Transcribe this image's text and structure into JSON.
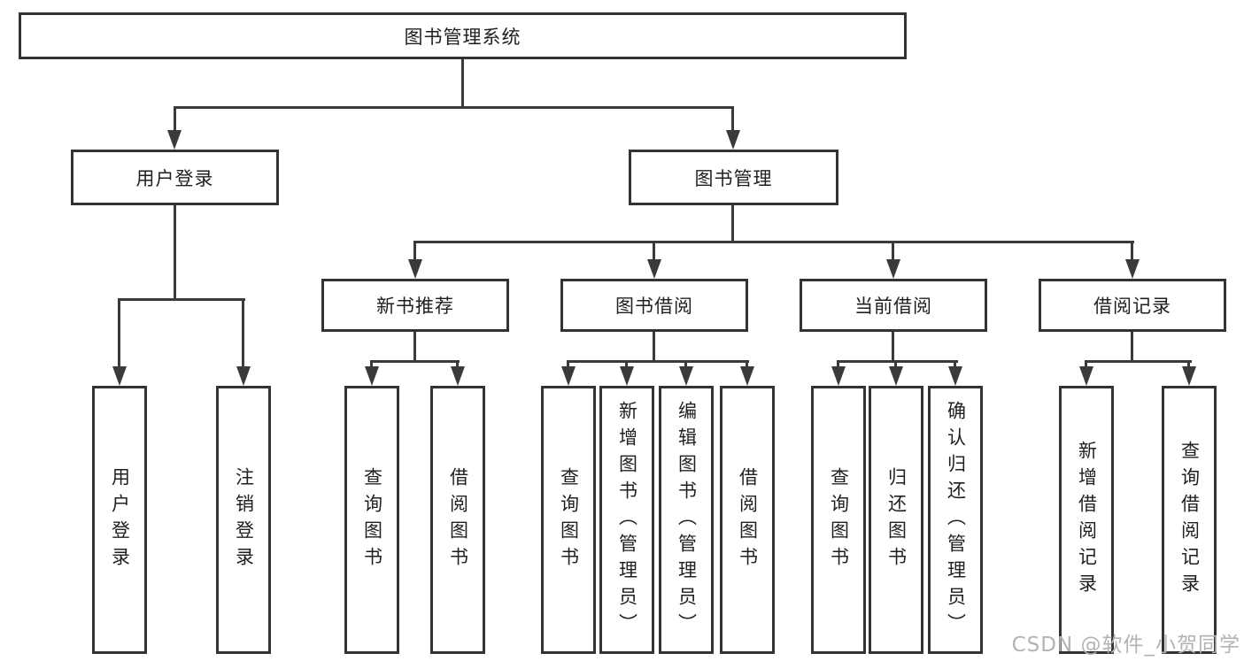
{
  "diagram": {
    "root_label": "图书管理系统",
    "level2": [
      {
        "label": "用户登录"
      },
      {
        "label": "图书管理"
      }
    ],
    "level3": [
      {
        "label": "新书推荐"
      },
      {
        "label": "图书借阅"
      },
      {
        "label": "当前借阅"
      },
      {
        "label": "借阅记录"
      }
    ],
    "leaves": {
      "user_login": [
        "用户登录",
        "注销登录"
      ],
      "new_book": [
        "查询图书",
        "借阅图书"
      ],
      "book_borrow": [
        "查询图书",
        "新增图书（管理员）",
        "编辑图书（管理员）",
        "借阅图书"
      ],
      "current_borrow": [
        "查询图书",
        "归还图书",
        "确认归还（管理员）"
      ],
      "borrow_record": [
        "新增借阅记录",
        "查询借阅记录"
      ]
    }
  },
  "watermark": "CSDN @软件_小贺同学",
  "colors": {
    "box_border": "#333333",
    "line": "#3a3a3a",
    "text": "#1f1f1f",
    "watermark": "#b3b3b3",
    "background": "#ffffff"
  }
}
